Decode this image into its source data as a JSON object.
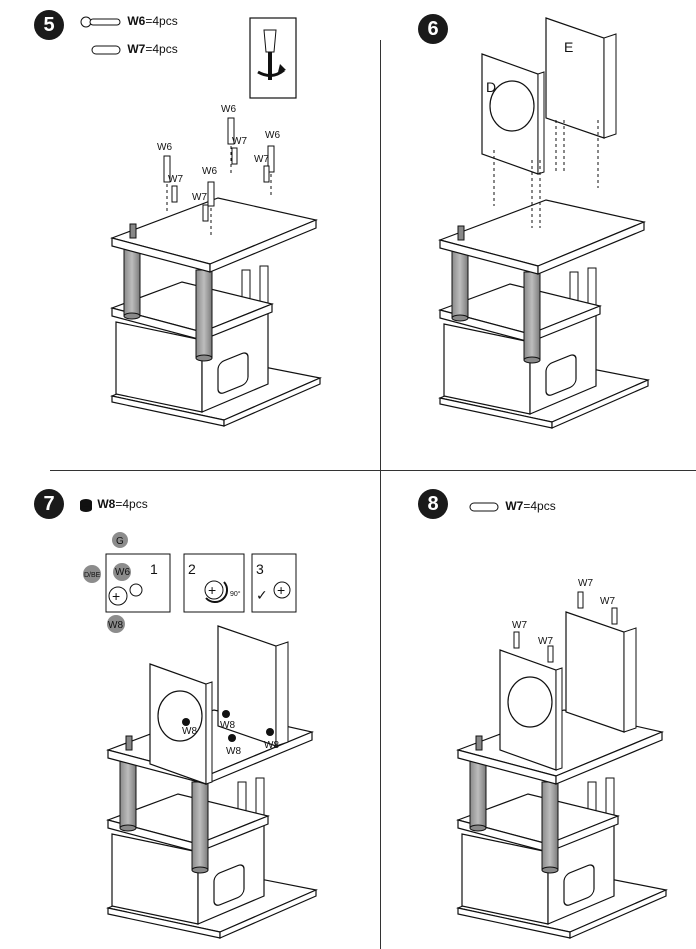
{
  "steps": [
    {
      "number": "5",
      "parts": [
        {
          "code": "W6",
          "qty": "=4pcs"
        },
        {
          "code": "W7",
          "qty": "=4pcs"
        }
      ]
    },
    {
      "number": "6",
      "panels": [
        "D",
        "E"
      ]
    },
    {
      "number": "7",
      "parts": [
        {
          "code": "W8",
          "qty": "=4pcs"
        }
      ],
      "detail": {
        "sub_steps": [
          "1",
          "2",
          "3"
        ],
        "labels": [
          "G",
          "D/BE",
          "W6",
          "W8"
        ],
        "angle": "90°"
      }
    },
    {
      "number": "8",
      "parts": [
        {
          "code": "W7",
          "qty": "=4pcs"
        }
      ]
    }
  ],
  "callouts": {
    "w6": "W6",
    "w7": "W7",
    "w8": "W8"
  }
}
